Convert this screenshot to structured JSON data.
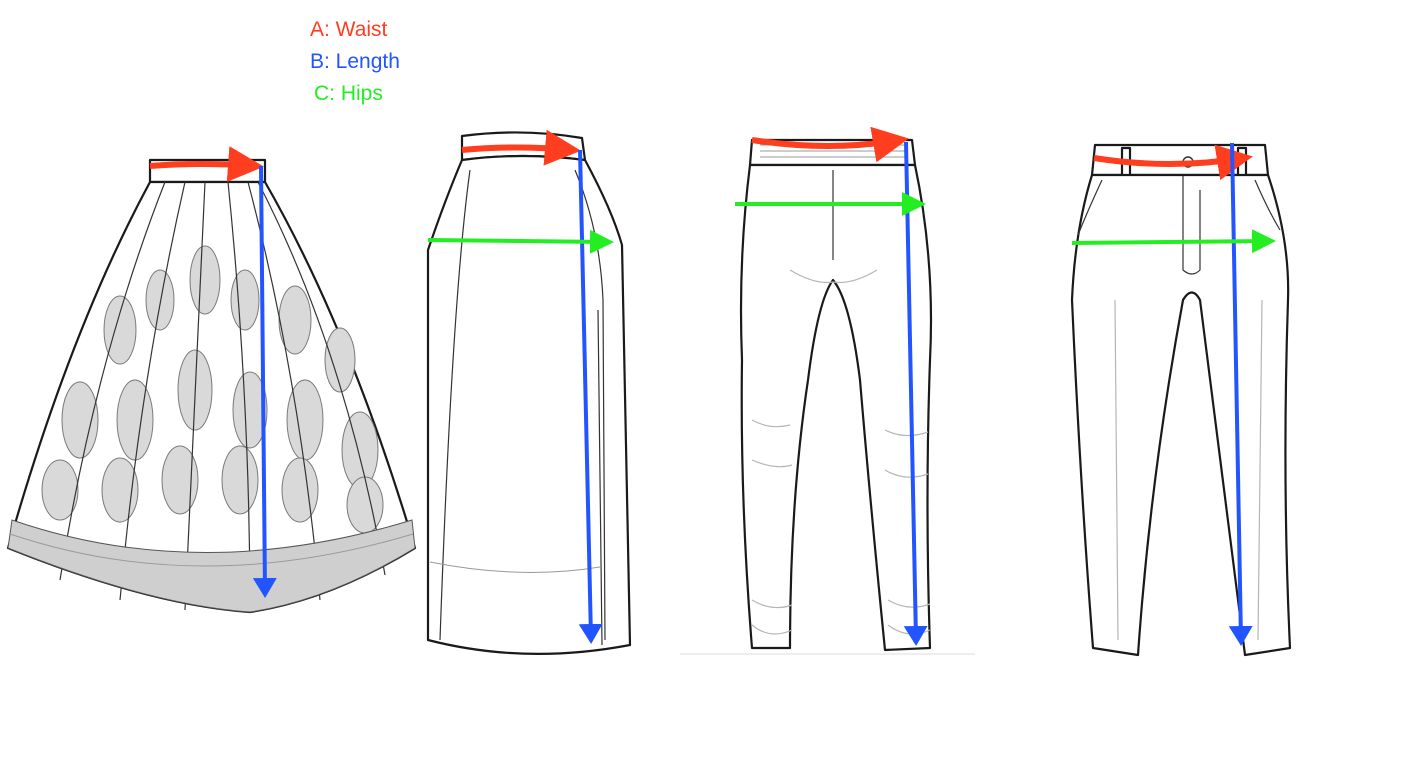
{
  "legend": {
    "waist": {
      "label": "A: Waist",
      "color": "#ff3d1f"
    },
    "length": {
      "label": "B: Length",
      "color": "#2255ff"
    },
    "hips": {
      "label": "C: Hips",
      "color": "#22ee22"
    }
  },
  "garments": [
    {
      "name": "pleated-skirt",
      "measurements": [
        "waist",
        "length"
      ]
    },
    {
      "name": "pencil-skirt",
      "measurements": [
        "waist",
        "length",
        "hips"
      ]
    },
    {
      "name": "elastic-waist-pants",
      "measurements": [
        "waist",
        "length",
        "hips"
      ]
    },
    {
      "name": "tailored-trousers",
      "measurements": [
        "waist",
        "length",
        "hips"
      ]
    }
  ]
}
